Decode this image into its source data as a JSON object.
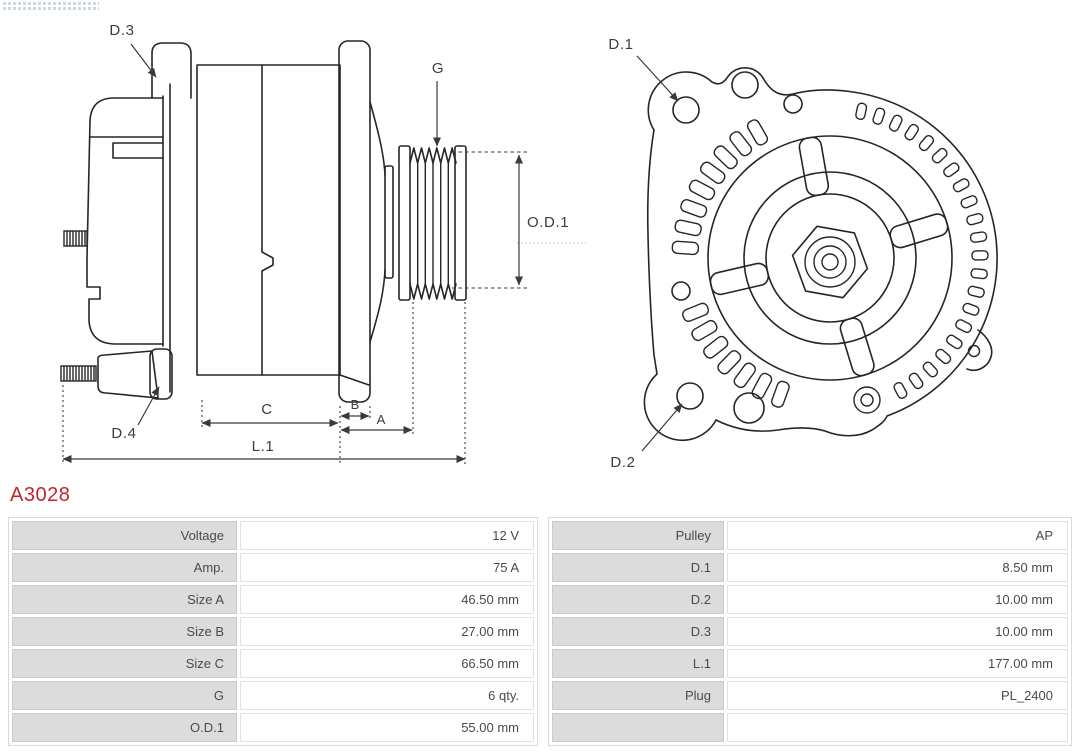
{
  "page": {
    "product_code": "A3028"
  },
  "colors": {
    "code_red": "#c4242b",
    "drawing_line": "#262626",
    "table_label_bg": "#dcdcdc",
    "table_text": "#4a4a4a"
  },
  "watermark": {
    "icon": "as-pl-logo-faded"
  },
  "diagram": {
    "side_view": {
      "labels": {
        "d3": "D.3",
        "g": "G",
        "od1": "O.D.1",
        "d4": "D.4",
        "c": "C",
        "b": "B",
        "a": "A",
        "l1": "L.1"
      }
    },
    "front_view": {
      "labels": {
        "d1": "D.1",
        "d2": "D.2"
      }
    }
  },
  "spec_table": {
    "left_rows": [
      {
        "label": "Voltage",
        "value": "12 V"
      },
      {
        "label": "Amp.",
        "value": "75 A"
      },
      {
        "label": "Size A",
        "value": "46.50 mm"
      },
      {
        "label": "Size B",
        "value": "27.00 mm"
      },
      {
        "label": "Size C",
        "value": "66.50 mm"
      },
      {
        "label": "G",
        "value": "6 qty."
      },
      {
        "label": "O.D.1",
        "value": "55.00 mm"
      }
    ],
    "right_rows": [
      {
        "label": "Pulley",
        "value": "AP"
      },
      {
        "label": "D.1",
        "value": "8.50 mm"
      },
      {
        "label": "D.2",
        "value": "10.00 mm"
      },
      {
        "label": "D.3",
        "value": "10.00 mm"
      },
      {
        "label": "L.1",
        "value": "177.00 mm"
      },
      {
        "label": "Plug",
        "value": "PL_2400"
      },
      {
        "label": "",
        "value": ""
      }
    ]
  }
}
